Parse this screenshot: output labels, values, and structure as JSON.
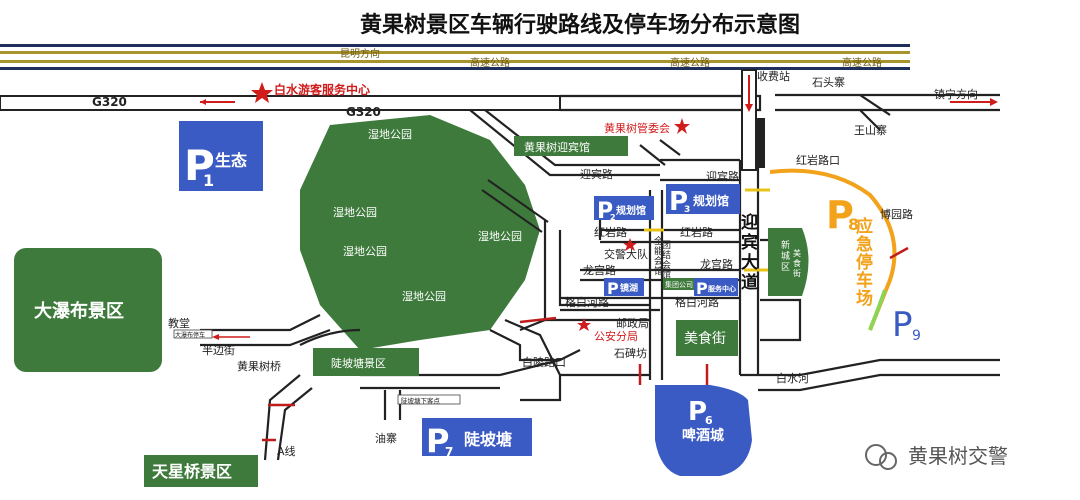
{
  "title": "黄果树景区车辆行驶路线及停车场分布示意图",
  "highway": {
    "direction_kunming": "昆明方向",
    "label": "高速公路",
    "toll": "收费站",
    "direction_zhenning": "镇宁方向"
  },
  "roads": {
    "g320_left": "G320",
    "g320_mid": "G320",
    "yingbin_lu": "迎宾路",
    "yingbin_lu_2": "迎宾路",
    "yingbin_dadao": "迎宾大道",
    "hongyan_lu_1": "红岩路",
    "hongyan_lu_2": "红岩路",
    "hongyan_lukou": "红岩路口",
    "longgong_lu_1": "龙宫路",
    "longgong_lu_2": "龙宫路",
    "gebaihe_lu_1": "格白河路",
    "gebaihe_lu_2": "格白河路",
    "boyuan_lu": "博园路",
    "baishui_he": "白水河",
    "bailing_lukou": "白陵路口",
    "a_line": "A线"
  },
  "places": {
    "shitou_zhai": "石头寨",
    "wangshan_zhai": "王山寨",
    "baishui_center": "白水游客服务中心",
    "guanweihui": "黄果树管委会",
    "yingbinguan": "黄果树迎宾馆",
    "wetland_1": "湿地公园",
    "wetland_2": "湿地公园",
    "wetland_3": "湿地公园",
    "wetland_4": "湿地公园",
    "wetland_5": "湿地公园",
    "dapubu": "大瀑布景区",
    "jiaotang": "教堂",
    "banbian_jie": "半边街",
    "huangguoshu_qiao": "黄果树桥",
    "doupotang_scenic": "陡坡塘景区",
    "tianxingqiao": "天星桥景区",
    "youzhai": "油寨",
    "jiaojing": "交警大队",
    "gonganju": "公安分局",
    "youzhengju": "邮政局",
    "shibeifang": "石碑坊",
    "xincheng": "新城区",
    "meishijie_small": "美食街",
    "meishijie": "美食街",
    "small_sign_left": "大瀑布停车",
    "small_sign_bottom": "陡坡塘下客点",
    "vertical_1": "全能会馆",
    "vertical_2": "团结会馆"
  },
  "parking": {
    "p1": {
      "letter": "P",
      "num": "1",
      "name": "生态"
    },
    "p2": {
      "letter": "P",
      "num": "2",
      "name": "规划馆"
    },
    "p3": {
      "letter": "P",
      "num": "3",
      "name": "规划馆"
    },
    "p4": {
      "letter": "P",
      "num": "",
      "name": "镜湖"
    },
    "p4b": {
      "name": "集团公司"
    },
    "p5": {
      "letter": "P",
      "num": "",
      "name": "服务中心"
    },
    "p6": {
      "letter": "P",
      "num": "6",
      "name": "啤酒城"
    },
    "p7": {
      "letter": "P",
      "num": "7",
      "name": "陡坡塘"
    },
    "p8": {
      "letter": "P",
      "num": "8",
      "name": "应急停车场"
    },
    "p9": {
      "letter": "P",
      "num": "9"
    }
  },
  "watermark": "黄果树交警",
  "colors": {
    "green": "#3d7a3b",
    "blue": "#3b5bc4",
    "red": "#d11c1c",
    "orange": "#f2a21b",
    "yellow": "#e8c318",
    "navy": "#1f2f5c",
    "olive": "#a8932d"
  }
}
